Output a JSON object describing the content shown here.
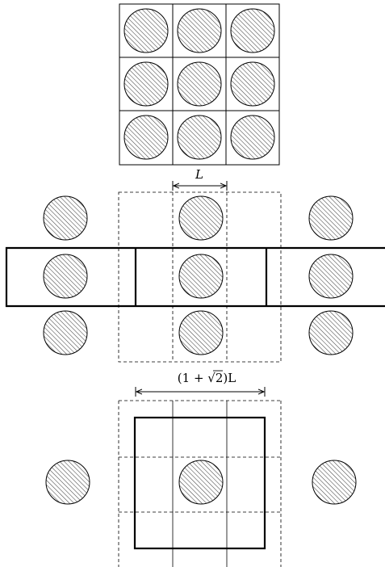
{
  "labels": {
    "cell_width": "L",
    "block_width_open": "(1 + ",
    "block_width_sqrt": "√2",
    "block_width_close": ")L"
  },
  "colors": {
    "ink": "#000000",
    "hatch": "#444444",
    "background": "#ffffff"
  }
}
